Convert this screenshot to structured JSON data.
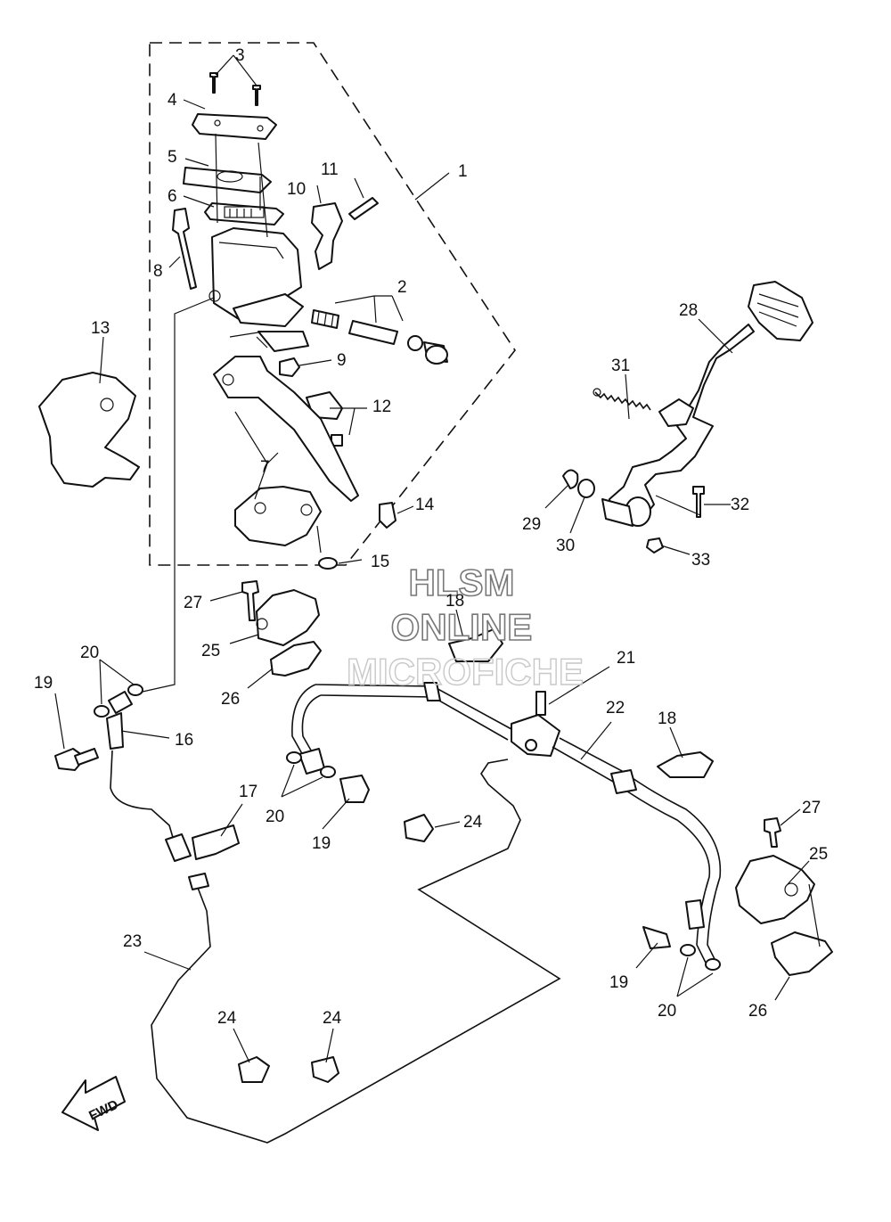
{
  "watermark": {
    "line1": "HLSM",
    "line2": "ONLINE",
    "line3": "MICROFICHE"
  },
  "direction_marker": "FWD",
  "part_labels": {
    "p1": "1",
    "p2": "2",
    "p3": "3",
    "p4": "4",
    "p5": "5",
    "p6": "6",
    "p7": "7",
    "p8": "8",
    "p9": "9",
    "p10": "10",
    "p11": "11",
    "p12": "12",
    "p13": "13",
    "p14": "14",
    "p15": "15",
    "p16": "16",
    "p17": "17",
    "p18a": "18",
    "p18b": "18",
    "p19a": "19",
    "p19b": "19",
    "p19c": "19",
    "p20a": "20",
    "p20b": "20",
    "p20c": "20",
    "p21": "21",
    "p22": "22",
    "p23": "23",
    "p24a": "24",
    "p24b": "24",
    "p24c": "24",
    "p25a": "25",
    "p25b": "25",
    "p26a": "26",
    "p26b": "26",
    "p27a": "27",
    "p27b": "27",
    "p28": "28",
    "p29": "29",
    "p30": "30",
    "p31": "31",
    "p32": "32",
    "p33": "33"
  }
}
